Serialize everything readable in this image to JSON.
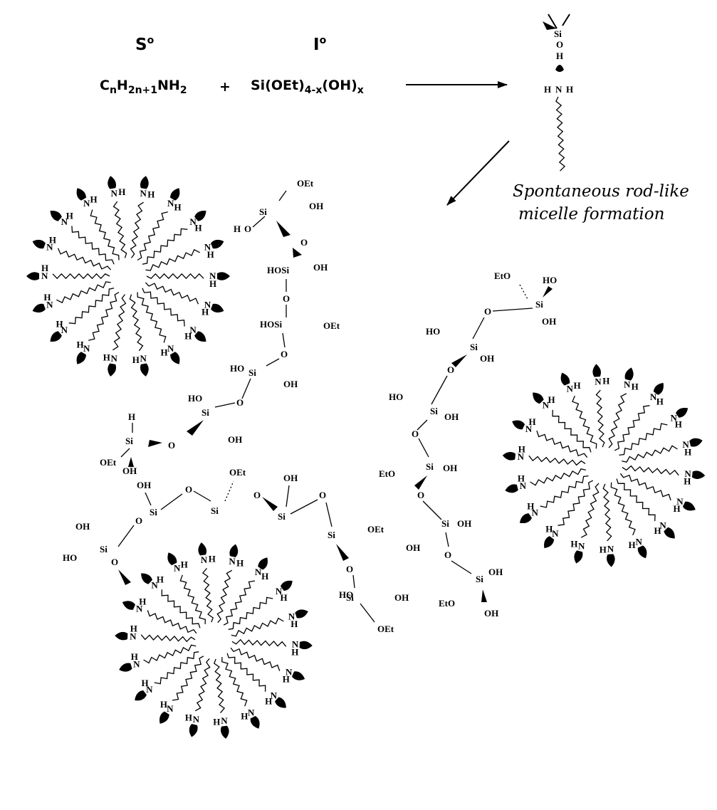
{
  "equation": {
    "surfactant_label": "S",
    "surfactant_sup": "o",
    "inorganic_label": "I",
    "inorganic_sup": "o",
    "amine": {
      "c": "C",
      "c_sub": "n",
      "h": "H",
      "h_sub": "2n+1",
      "nh": "NH",
      "nh_sub": "2"
    },
    "plus": "+",
    "silicate": {
      "main": "Si(OEt)",
      "sub1": "4-x",
      "mid": "(OH)",
      "sub2": "x"
    }
  },
  "caption": {
    "line1": "Spontaneous rod-like",
    "line2": "micelle formation"
  },
  "atoms": {
    "si": "Si",
    "o": "O",
    "h": "H",
    "n": "N",
    "oh": "OH",
    "ho": "HO",
    "oet": "OEt",
    "eto": "EtO",
    "hosi": "HOSi"
  },
  "micelles": [
    {
      "label": "micelle-upper-left",
      "chains": 18
    },
    {
      "label": "micelle-right",
      "chains": 18
    },
    {
      "label": "micelle-bottom",
      "chains": 18
    }
  ]
}
